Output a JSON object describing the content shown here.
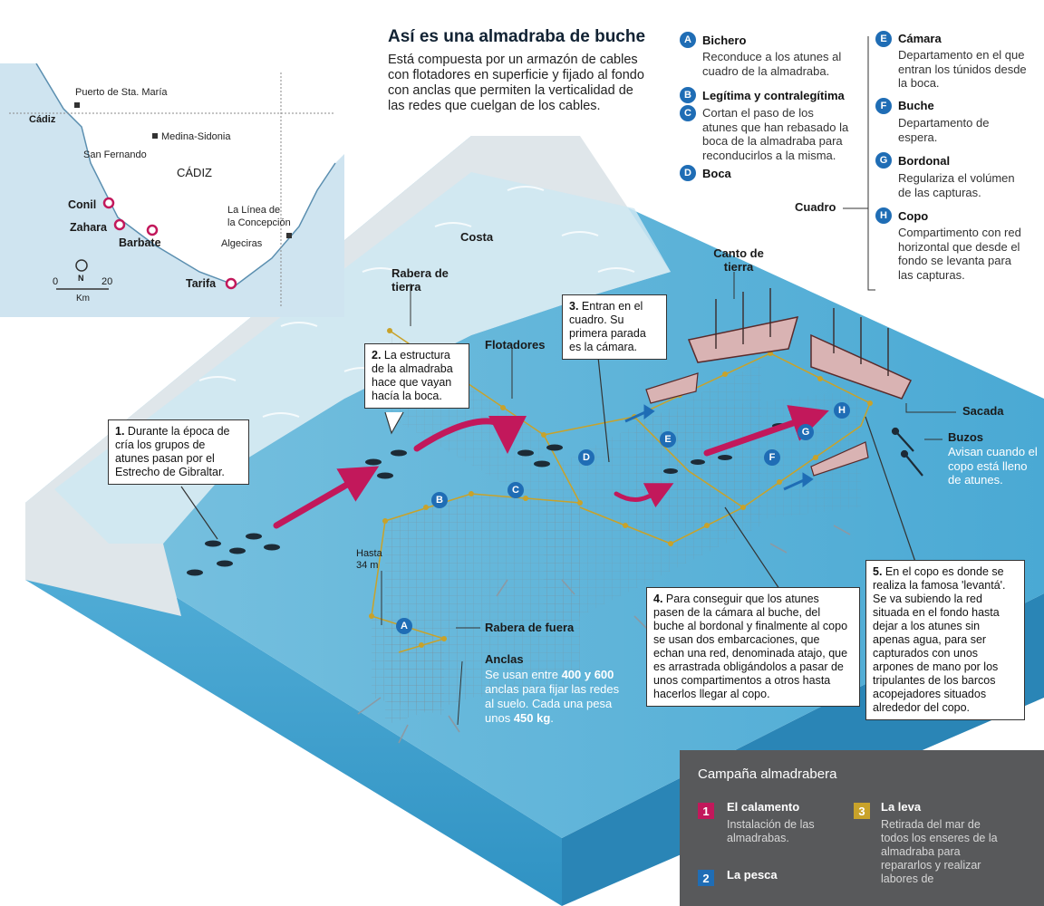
{
  "title": "Así es una almadraba de buche",
  "intro": "Está compuesta por un armazón de cables con flotadores en superficie y fijado al fondo con anclas que permiten la verticalidad de las redes que cuelgan de los cables.",
  "map": {
    "places": {
      "puerto": "Puerto de Sta. María",
      "cadiz_city": "Cádiz",
      "medina": "Medina-Sidonia",
      "san_fernando": "San Fernando",
      "province": "CÁDIZ",
      "conil": "Conil",
      "zahara": "Zahara",
      "barbate": "Barbate",
      "tarifa": "Tarifa",
      "linea1": "La Línea de",
      "linea2": "la Concepción",
      "algeciras": "Algeciras"
    },
    "north": "N",
    "scale_0": "0",
    "scale_20": "20",
    "scale_unit": "Km"
  },
  "legend": {
    "A": {
      "letter": "A",
      "name": "Bichero",
      "desc": "Reconduce a los atunes al cuadro de la almadraba."
    },
    "B": {
      "letter": "B",
      "name": "Legítima y contralegítima"
    },
    "C": {
      "letter": "C",
      "desc": "Cortan el paso de los atunes que han rebasado la boca de la almadraba para reconducirlos a la misma."
    },
    "D": {
      "letter": "D",
      "name": "Boca"
    },
    "E": {
      "letter": "E",
      "name": "Cámara",
      "desc": "Departamento en el que entran los túnidos desde la boca."
    },
    "F": {
      "letter": "F",
      "name": "Buche",
      "desc": "Departamento de espera."
    },
    "G": {
      "letter": "G",
      "name": "Bordonal",
      "desc": "Regulariza el volúmen de las capturas."
    },
    "H": {
      "letter": "H",
      "name": "Copo",
      "desc": "Compartimento con red horizontal que desde el fondo se levanta para las capturas."
    },
    "cuadro": "Cuadro"
  },
  "labels": {
    "costa": "Costa",
    "rabera_tierra": "Rabera de tierra",
    "flotadores": "Flotadores",
    "canto_tierra": "Canto de tierra",
    "sacada": "Sacada",
    "buzos": "Buzos",
    "buzos_desc": "Avisan cuando el copo está lleno de atunes.",
    "hasta": "Hasta",
    "hasta_depth": "34 m",
    "rabera_fuera": "Rabera de fuera",
    "anclas": "Anclas",
    "anclas_desc_1": "Se usan entre ",
    "anclas_bold_1": "400 y 600",
    "anclas_desc_2": " anclas para fijar las redes al suelo. Cada una pesa unos ",
    "anclas_bold_2": "450 kg",
    "anclas_desc_3": "."
  },
  "callouts": {
    "c1_num": "1.",
    "c1": "Durante la época de cría los grupos de atunes pasan por el Estrecho de Gibraltar.",
    "c2_num": "2.",
    "c2": "La estructura de la almadraba hace que vayan hacía la boca.",
    "c3_num": "3.",
    "c3": "Entran en el cuadro. Su primera parada es la cámara.",
    "c4_num": "4.",
    "c4": "Para conseguir que los atunes pasen de la cámara al buche, del buche al bordonal y finalmente al copo se usan dos embarcaciones, que echan una red, denominada atajo, que es arrastrada obligándolos a pasar de unos compartimentos a otros hasta hacerlos llegar al copo.",
    "c5_num": "5.",
    "c5": "En el copo es donde se realiza la famosa 'levantá'. Se va subiendo la red situada en el fondo hasta dejar a los atunes sin apenas agua, para ser capturados con unos arpones de mano por los tripulantes de los barcos acopejadores situados alrededor del copo."
  },
  "campaign": {
    "title": "Campaña almadrabera",
    "items": [
      {
        "num": "1",
        "name": "El calamento",
        "desc": "Instalación de las almadrabas.",
        "color": "#c2185b"
      },
      {
        "num": "2",
        "name": "La pesca",
        "desc": "",
        "color": "#1f6db5"
      },
      {
        "num": "3",
        "name": "La leva",
        "desc": "Retirada del mar de todos los enseres de la almadraba para repararlos y realizar labores de",
        "color": "#c8a22a"
      }
    ]
  },
  "colors": {
    "badge": "#1f6db5",
    "arrow": "#c2185b",
    "sea": "#5fb6d9",
    "sea_deep": "#2e8fc0",
    "net_float": "#c8a22a",
    "campaign_bg": "#58595b"
  }
}
